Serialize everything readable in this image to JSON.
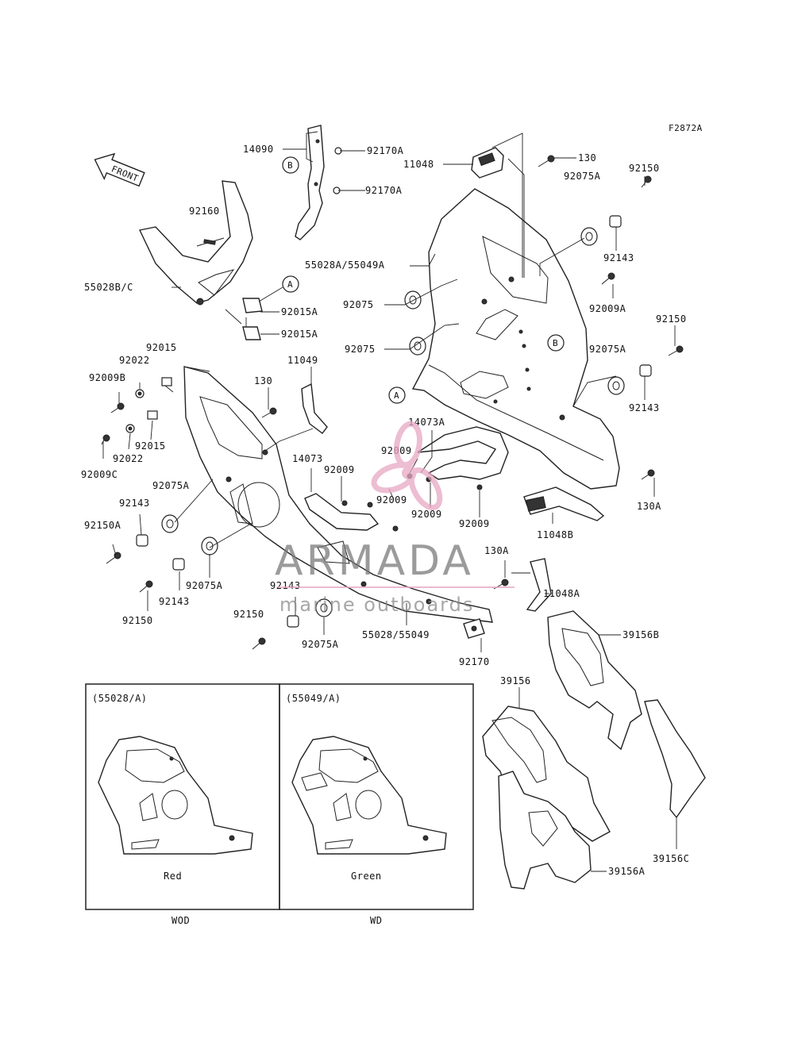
{
  "figure_code": "F2872A",
  "front_label": "FRONT",
  "callouts": {
    "a": "A",
    "b": "B"
  },
  "part_labels": {
    "p14090": "14090",
    "p92170A_1": "92170A",
    "p92170A_2": "92170A",
    "p11048": "11048",
    "p130_top": "130",
    "p92150_top": "92150",
    "p92160": "92160",
    "p92075A_top": "92075A",
    "p55028A": "55028A/55049A",
    "p92143_top": "92143",
    "p55028BC": "55028B/C",
    "p92015A_1": "92015A",
    "p92015A_2": "92015A",
    "p92075_1": "92075",
    "p92009A": "92009A",
    "p92150_r": "92150",
    "p92075_2": "92075",
    "p92075A_r": "92075A",
    "p92015_top": "92015",
    "p92022_top": "92022",
    "p92009B": "92009B",
    "p130_mid": "130",
    "p11049": "11049",
    "p92143_r": "92143",
    "p92015_b": "92015",
    "p92022_b": "92022",
    "p92009C": "92009C",
    "p14073A": "14073A",
    "p92009_1": "92009",
    "p14073": "14073",
    "p92009_2": "92009",
    "p92009_3": "92009",
    "p92009_4": "92009",
    "p92009_5": "92009",
    "p92075A_l": "92075A",
    "p92143_l": "92143",
    "p92150A": "92150A",
    "p130A_r": "130A",
    "p11048B": "11048B",
    "p130A_m": "130A",
    "p92075A_m": "92075A",
    "p92143_m": "92143",
    "p11048A": "11048A",
    "p92143_c": "92143",
    "p92150_l": "92150",
    "p92150_c": "92150",
    "p55028": "55028/55049",
    "p92075A_c": "92075A",
    "p39156B": "39156B",
    "p92170": "92170",
    "p39156": "39156",
    "p39156C": "39156C",
    "p39156A": "39156A"
  },
  "inset_left": {
    "header": "(55028/A)",
    "color": "Red",
    "model": "WOD"
  },
  "inset_right": {
    "header": "(55049/A)",
    "color": "Green",
    "model": "WD"
  },
  "watermark": {
    "title": "ARMADA",
    "subtitle": "marine outboards",
    "logo_color": "#e8a8c4"
  }
}
